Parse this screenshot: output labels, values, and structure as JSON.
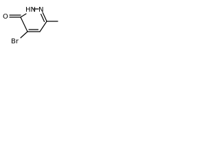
{
  "molecule": {
    "atoms": {
      "oxygen": "O",
      "nh": "HN",
      "n": "N",
      "bromine": "Br"
    }
  }
}
